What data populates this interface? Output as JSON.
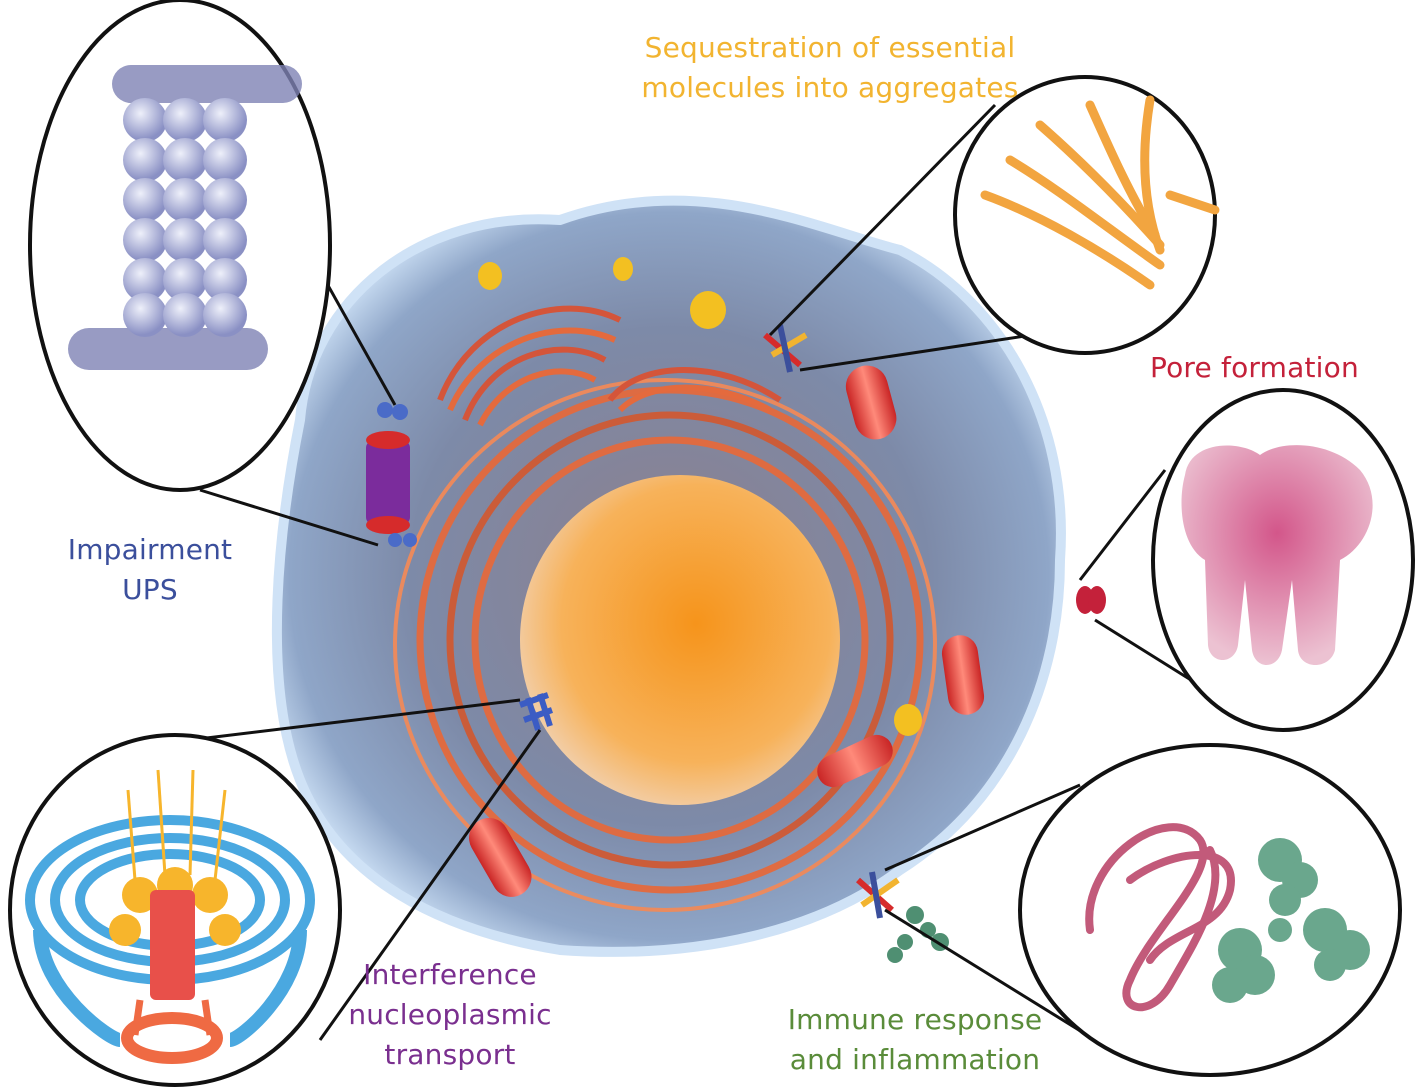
{
  "colors": {
    "sequestration": "#f2b430",
    "pore": "#c4213a",
    "ups": "#3b4f9c",
    "interference": "#7a2f8f",
    "immune": "#5a8c3a",
    "nucleus": "#f7a132",
    "cytoplasm": "#8a90b0",
    "er": "#e2683a",
    "mitochondria": "#e33b3b",
    "vesicle": "#f3c021"
  },
  "labels": {
    "sequestration": [
      "Sequestration of essential",
      "molecules into aggregates"
    ],
    "pore": [
      "Pore formation"
    ],
    "ups": [
      "Impairment",
      "UPS"
    ],
    "interference": [
      "Interference",
      "nucleoplasmic",
      "transport"
    ],
    "immune": [
      "Immune response",
      "and inflammation"
    ]
  },
  "insets": [
    {
      "name": "proteasome-inset"
    },
    {
      "name": "amyloid-fibril-inset"
    },
    {
      "name": "pore-inset"
    },
    {
      "name": "nuclear-pore-inset"
    },
    {
      "name": "antibody-inset"
    }
  ]
}
